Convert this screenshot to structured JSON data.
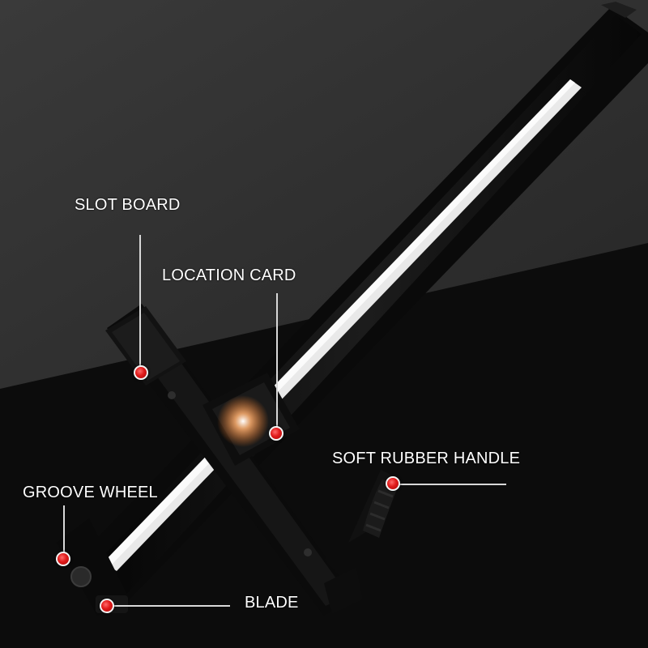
{
  "labels": {
    "slot_board": "SLOT BOARD",
    "location_card": "LOCATION CARD",
    "soft_rubber_handle": "SOFT RUBBER HANDLE",
    "groove_wheel": "GROOVE WHEEL",
    "blade": "BLADE"
  },
  "colors": {
    "background_upper": "#333333",
    "background_lower": "#0c0c0c",
    "marker": "#e01a1a",
    "leader_line": "#d8d8d8",
    "label_text": "#ffffff"
  }
}
